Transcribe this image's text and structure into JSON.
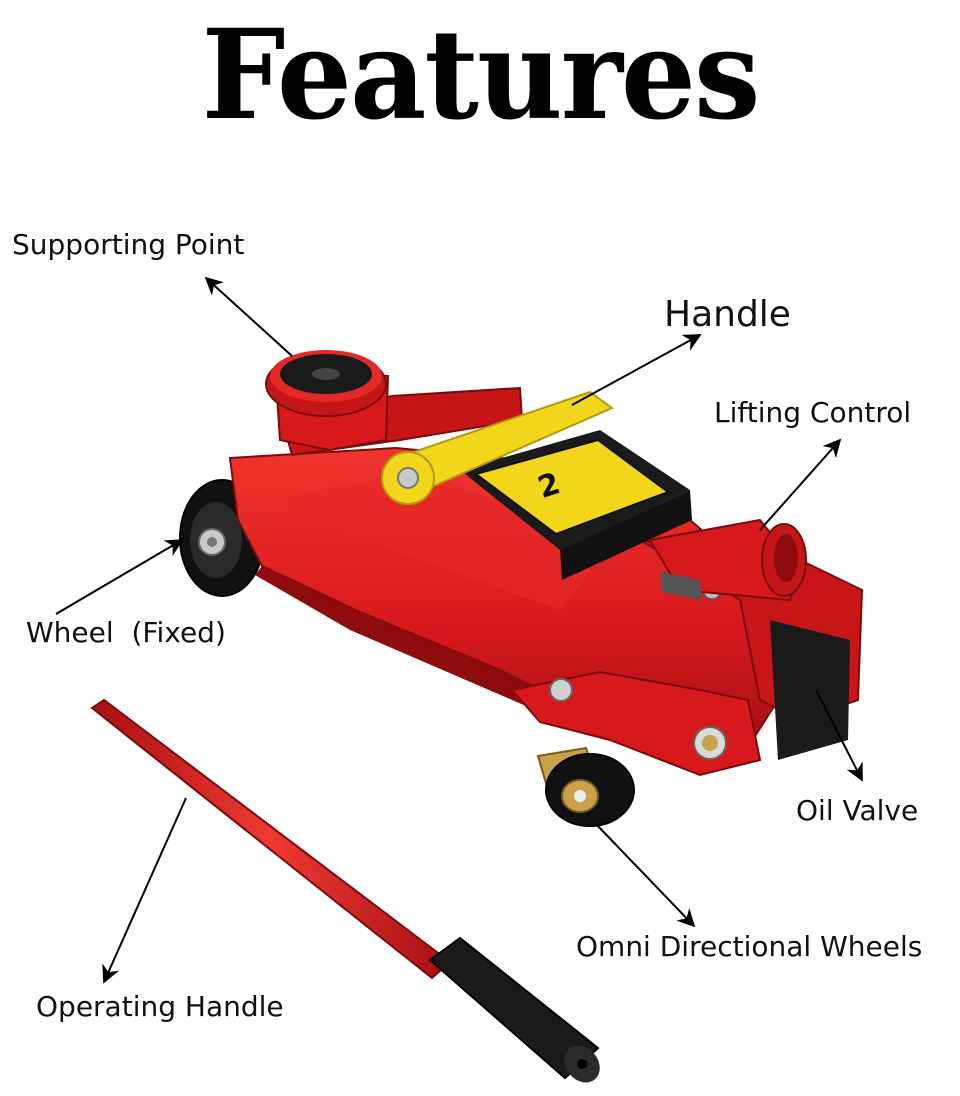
{
  "title": "Features",
  "labels": {
    "supporting_point": "Supporting Point",
    "handle": "Handle",
    "lifting_control": "Lifting Control",
    "wheel_fixed": "Wheel  (Fixed)",
    "oil_valve": "Oil Valve",
    "omni_wheels": "Omni Directional Wheels",
    "operating_handle": "Operating Handle"
  },
  "plate": {
    "number": "2"
  },
  "colors": {
    "body": "#d8191c",
    "body_dark": "#8e0c0e",
    "yellow": "#f2d61a",
    "grip": "#1a1a1a"
  }
}
